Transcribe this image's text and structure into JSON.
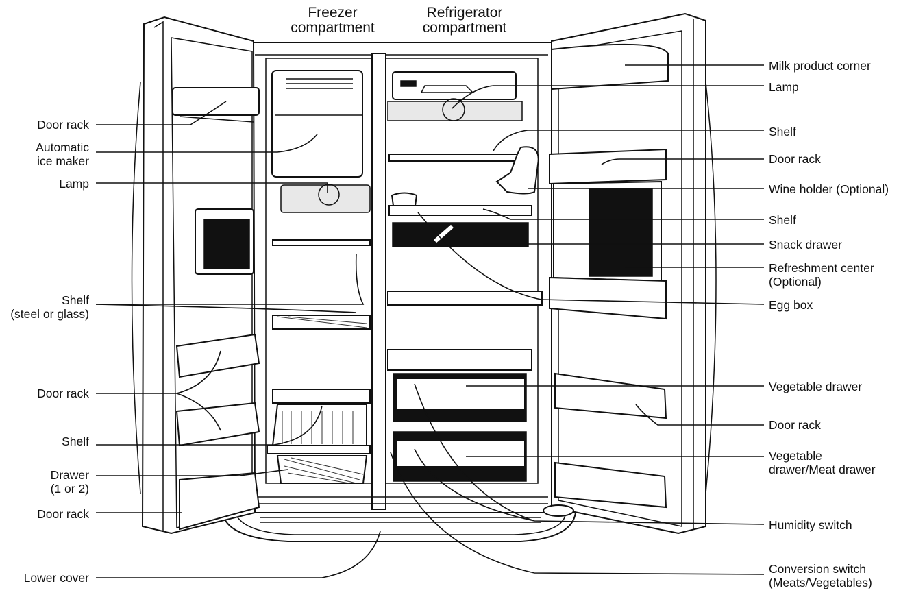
{
  "titles": {
    "freezer": "Freezer\ncompartment",
    "refrigerator": "Refrigerator\ncompartment"
  },
  "labels_left": {
    "door_rack_top": "Door rack",
    "ice_maker": "Automatic\nice maker",
    "lamp": "Lamp",
    "shelf_steel": "Shelf\n(steel or glass)",
    "door_rack_mid": "Door rack",
    "shelf": "Shelf",
    "drawer": "Drawer\n(1 or 2)",
    "door_rack_bottom": "Door rack",
    "lower_cover": "Lower cover"
  },
  "labels_right": {
    "milk_corner": "Milk product corner",
    "lamp": "Lamp",
    "shelf_top": "Shelf",
    "door_rack_top": "Door rack",
    "wine_holder": "Wine holder (Optional)",
    "shelf_mid": "Shelf",
    "snack_drawer": "Snack drawer",
    "refreshment_center": "Refreshment center\n(Optional)",
    "egg_box": "Egg box",
    "vegetable_drawer": "Vegetable drawer",
    "door_rack_mid": "Door rack",
    "veg_meat_drawer": "Vegetable\ndrawer/Meat drawer",
    "humidity_switch": "Humidity switch",
    "conversion_switch": "Conversion switch\n(Meats/Vegetables)"
  }
}
